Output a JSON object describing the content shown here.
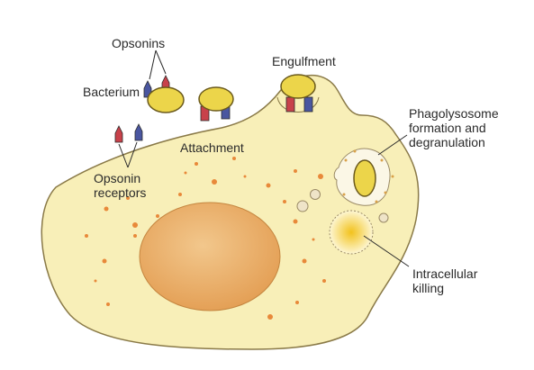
{
  "labels": {
    "opsonins": "Opsonins",
    "bacterium": "Bacterium",
    "attachment": "Attachment",
    "engulfment": "Engulfment",
    "opsonin_receptors": [
      "Opsonin",
      "receptors"
    ],
    "phagolysosome": [
      "Phagolysosome",
      "formation and",
      "degranulation"
    ],
    "intracellular_killing": [
      "Intracellular",
      "killing"
    ]
  },
  "colors": {
    "cytoplasm": "#f8efb8",
    "cell_outline": "#8a7a48",
    "nucleus": "#e6a35c",
    "bacterium": "#ecd54a",
    "bacterium_outline": "#6b5a1c",
    "opsonin": "#c8414a",
    "receptor": "#4a56a0",
    "granule": "#e8893a",
    "text": "#2a2a2a"
  }
}
